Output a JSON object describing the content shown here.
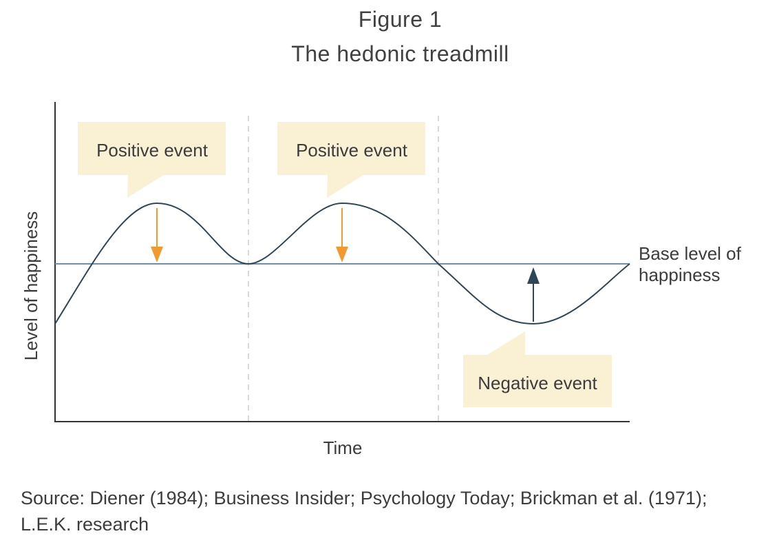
{
  "figure": {
    "number": "Figure 1",
    "title": "The hedonic treadmill"
  },
  "axes": {
    "x_label": "Time",
    "y_label": "Level of happiness"
  },
  "baseline": {
    "label_line1": "Base level of",
    "label_line2": "happiness"
  },
  "callouts": {
    "positive_1": "Positive event",
    "positive_2": "Positive event",
    "negative": "Negative event"
  },
  "source": {
    "line1": "Source: Diener (1984); Business Insider; Psychology Today; Brickman et al. (1971);",
    "line2": "L.E.K. research"
  },
  "colors": {
    "curve": "#2f4656",
    "baseline": "#6b8fb3",
    "axis": "#333333",
    "callout_fill": "#faf0d4",
    "positive_arrow": "#f29a30",
    "negative_arrow": "#2f4656",
    "divider": "#cccccc"
  }
}
